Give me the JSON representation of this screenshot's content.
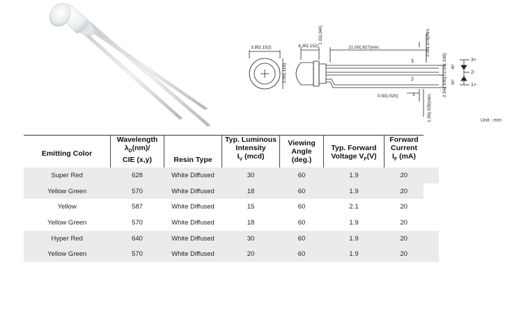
{
  "drawing": {
    "dim_diameter": "3.85(.152)",
    "dim_body": "4.30(.152)",
    "dim_flange": "1.00(.040)",
    "dim_lead": "21.00(.827)min.",
    "dim_height": "3.00(.118)",
    "dim_top": "2.00(.078)min.",
    "dim_pitch1": "2.54(.100)",
    "dim_pitch2": "2.54(.100)",
    "dim_lead_w": "0.50(.020)",
    "dim_bottom": "1.00(.039)min.",
    "pin3": "3",
    "pin2": "2",
    "pin1": "1",
    "pin3_sign": "3+",
    "pin2_sign": "2-",
    "pin1_sign": "1+",
    "angle": "45°",
    "angle2": "90°",
    "unit": "Unit : mm"
  },
  "table": {
    "headers": {
      "color": "Emitting Color",
      "wavelength_l1": "Wavelength",
      "wavelength_l2": "λ",
      "wavelength_sub": "D",
      "wavelength_l2b": "(nm)/",
      "wavelength_l3": "CIE (x,y)",
      "resin": "Resin Type",
      "lum_l1": "Typ. Luminous",
      "lum_l2": "Intensity",
      "lum_l3a": "I",
      "lum_sub": "V",
      "lum_l3b": " (mcd)",
      "view_l1": "Viewing",
      "view_l2": "Angle",
      "view_l3": "(deg.)",
      "vf_l1": "Typ. Forward",
      "vf_l2a": "Voltage V",
      "vf_sub": "F",
      "vf_l2b": "(V)",
      "if_l1": "Forward",
      "if_l2": "Current",
      "if_l3a": "I",
      "if_sub": "F",
      "if_l3b": " (mA)"
    },
    "rows": [
      {
        "color": "Super Red",
        "wavelength": "628",
        "resin": "White Diffused",
        "intensity": "30",
        "angle": "60",
        "voltage": "1.9",
        "current": "20"
      },
      {
        "color": "Yellow Green",
        "wavelength": "570",
        "resin": "White Diffused",
        "intensity": "18",
        "angle": "60",
        "voltage": "1.9",
        "current": "20"
      },
      {
        "color": "Yellow",
        "wavelength": "587",
        "resin": "White Diffused",
        "intensity": "15",
        "angle": "60",
        "voltage": "2.1",
        "current": "20"
      },
      {
        "color": "Yellow Green",
        "wavelength": "570",
        "resin": "White Diffused",
        "intensity": "18",
        "angle": "60",
        "voltage": "1.9",
        "current": "20"
      },
      {
        "color": "Hyper Red",
        "wavelength": "640",
        "resin": "White Diffused",
        "intensity": "30",
        "angle": "60",
        "voltage": "1.9",
        "current": "20"
      },
      {
        "color": "Yellow Green",
        "wavelength": "570",
        "resin": "White Diffused",
        "intensity": "20",
        "angle": "60",
        "voltage": "1.9",
        "current": "20"
      }
    ]
  }
}
